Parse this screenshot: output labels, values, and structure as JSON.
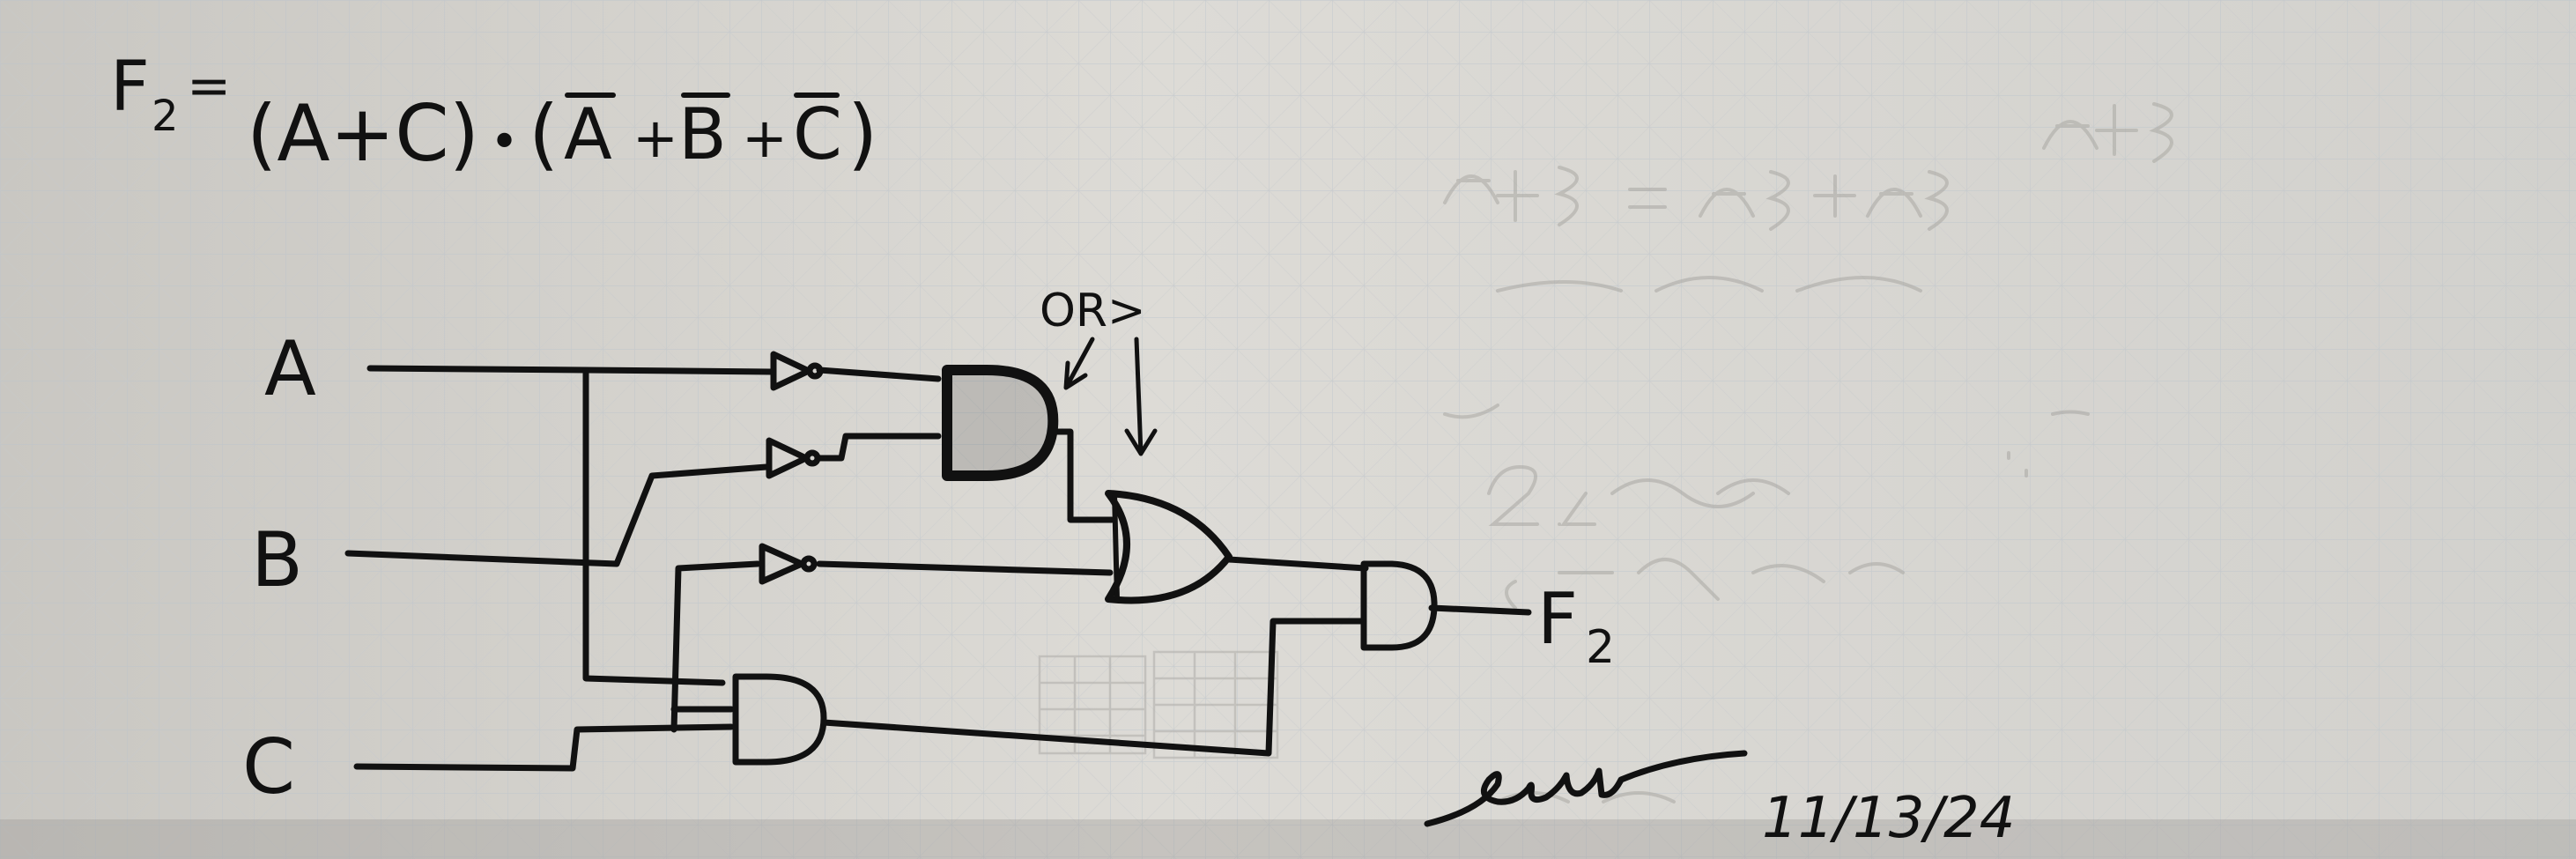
{
  "equation": {
    "lhs": "F",
    "lhs_sub": "2",
    "eq": "=",
    "term1": "(A+C)",
    "dot": "•",
    "open": "(",
    "a": "A",
    "plus1": "+",
    "b": "B",
    "plus2": "+",
    "c": "C",
    "close": ")"
  },
  "inputs": {
    "a": "A",
    "b": "B",
    "c": "C"
  },
  "annotation": "OR>",
  "output": {
    "name": "F",
    "sub": "2"
  },
  "date": "11/13/24",
  "ink_color": "#111111",
  "paper_color": "#d6d4cf",
  "grid_color": "#b9c3cc"
}
